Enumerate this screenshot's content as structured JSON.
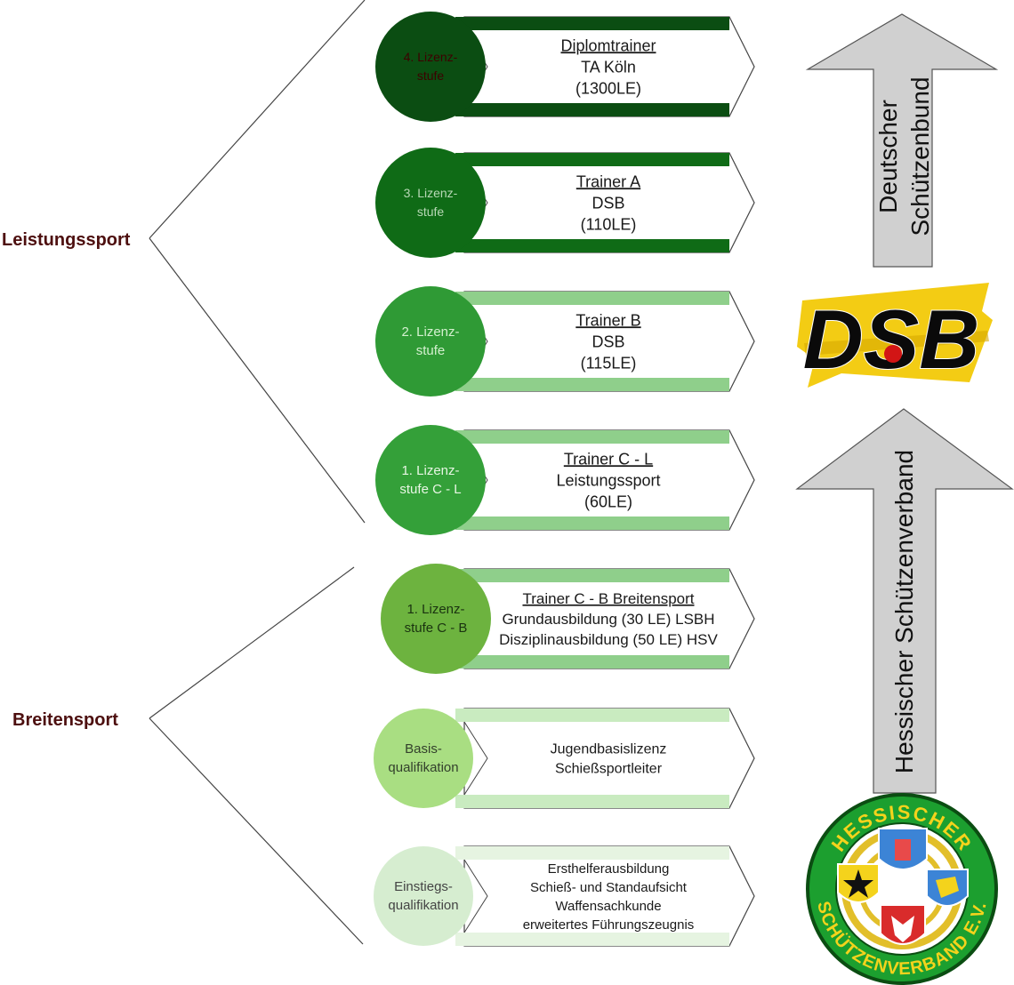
{
  "left_labels": {
    "leistung": "Leistungssport",
    "breiten": "Breitensport"
  },
  "levels": [
    {
      "circle": [
        "4. Lizenz-",
        "stufe"
      ],
      "title": "Diplomtrainer",
      "lines": [
        "TA Köln",
        "(1300LE)"
      ]
    },
    {
      "circle": [
        "3. Lizenz-",
        "stufe"
      ],
      "title": "Trainer A",
      "lines": [
        "DSB",
        "(110LE)"
      ]
    },
    {
      "circle": [
        "2. Lizenz-",
        "stufe"
      ],
      "title": "Trainer B",
      "lines": [
        "DSB",
        "(115LE)"
      ]
    },
    {
      "circle": [
        "1. Lizenz-",
        "stufe C - L"
      ],
      "title": "Trainer C - L",
      "lines": [
        "Leistungssport",
        "(60LE)"
      ]
    },
    {
      "circle": [
        "1. Lizenz-",
        "stufe C - B"
      ],
      "title": "Trainer C - B Breitensport",
      "lines": [
        "Grundausbildung (30 LE) LSBH",
        "Disziplinausbildung (50 LE) HSV"
      ]
    },
    {
      "circle": [
        "Basis-",
        "qualifikation"
      ],
      "title": "",
      "lines": [
        "Jugendbasislizenz",
        "Schießsportleiter"
      ]
    },
    {
      "circle": [
        "Einstiegs-",
        "qualifikation"
      ],
      "title": "",
      "lines": [
        "Ersthelferausbildung",
        "Schieß- und Standaufsicht",
        "Waffensachkunde",
        "erweitertes Führungszeugnis"
      ]
    }
  ],
  "arrows": {
    "top": [
      "Deutscher",
      "Schützenbund"
    ],
    "bottom": "Hessischer Schützenverband"
  },
  "dsb_logo": "DSB",
  "hsv_logo": {
    "top": "HESSISCHER",
    "bottom": "SCHÜTZENVERBAND E.V."
  },
  "colors": {
    "level_fill": [
      "#0b4d12",
      "#0f6b16",
      "#2f9a35",
      "#34a039",
      "#6db33f",
      "#a9de82",
      "#d6edd0"
    ],
    "level_bar": [
      "#0b4d12",
      "#0f6b16",
      "#8fcf8b",
      "#8fcf8b",
      "#8fcf8b",
      "#c9ebc0",
      "#e6f4e1"
    ],
    "level_text": [
      "#3d0000",
      "#b8d8b6",
      "#d4f0cf",
      "#e8f6e4",
      "#1a3310",
      "#33402c",
      "#444444"
    ],
    "label_text": "#4d0f0f",
    "arrow_fill": "#d0d0d0"
  }
}
